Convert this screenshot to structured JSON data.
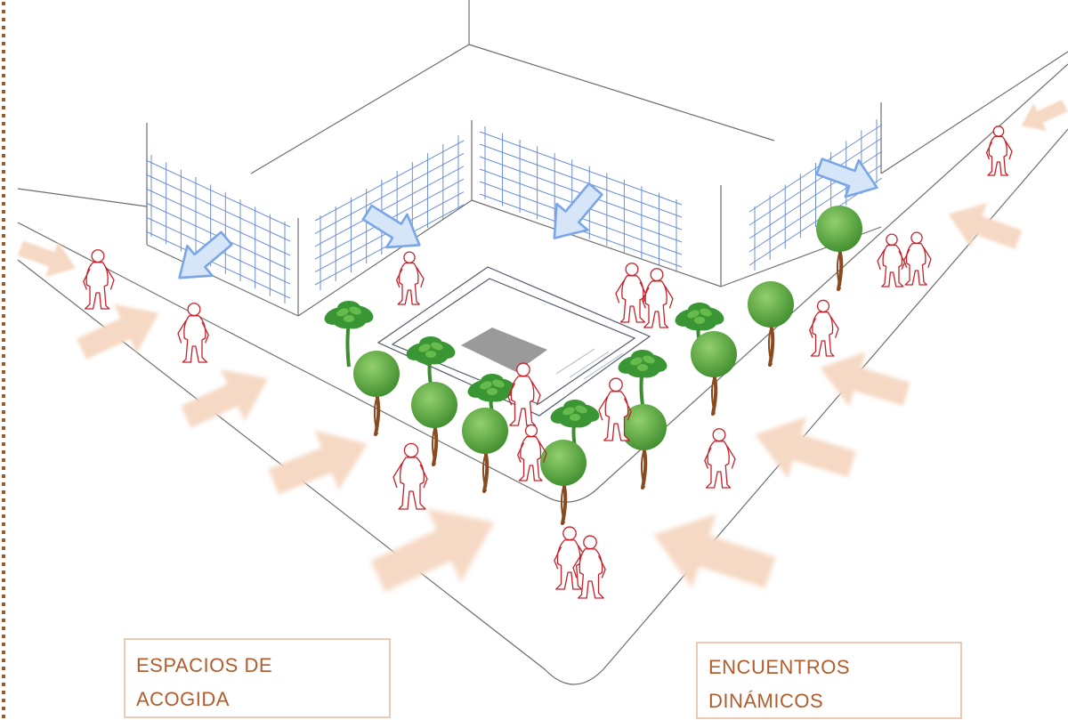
{
  "labels": {
    "left": {
      "lines": [
        "ESPACIOS DE",
        "ACOGIDA"
      ]
    },
    "right": {
      "lines": [
        "ENCUENTROS",
        "DINÁMICOS"
      ]
    }
  },
  "colors": {
    "label_text": "#b35c2c",
    "label_border": "#e6bda6",
    "people": "#c8202a",
    "canopy_light": "#93d06c",
    "canopy_dark": "#3e8c2e",
    "leafy_dark": "#3a9634",
    "leafy_light": "#66bb4c",
    "trunk": "#8a4a1f",
    "arrow_inflow": "#f6d9c4",
    "arrow_outflow_fill": "#d6e5f7",
    "arrow_outflow_stroke": "#79a6e6",
    "grid": "#6d8fd6",
    "outline": "#6f6f6f",
    "plaza_square": "#9a9a9a",
    "dotted_border": "#9c5a24"
  }
}
